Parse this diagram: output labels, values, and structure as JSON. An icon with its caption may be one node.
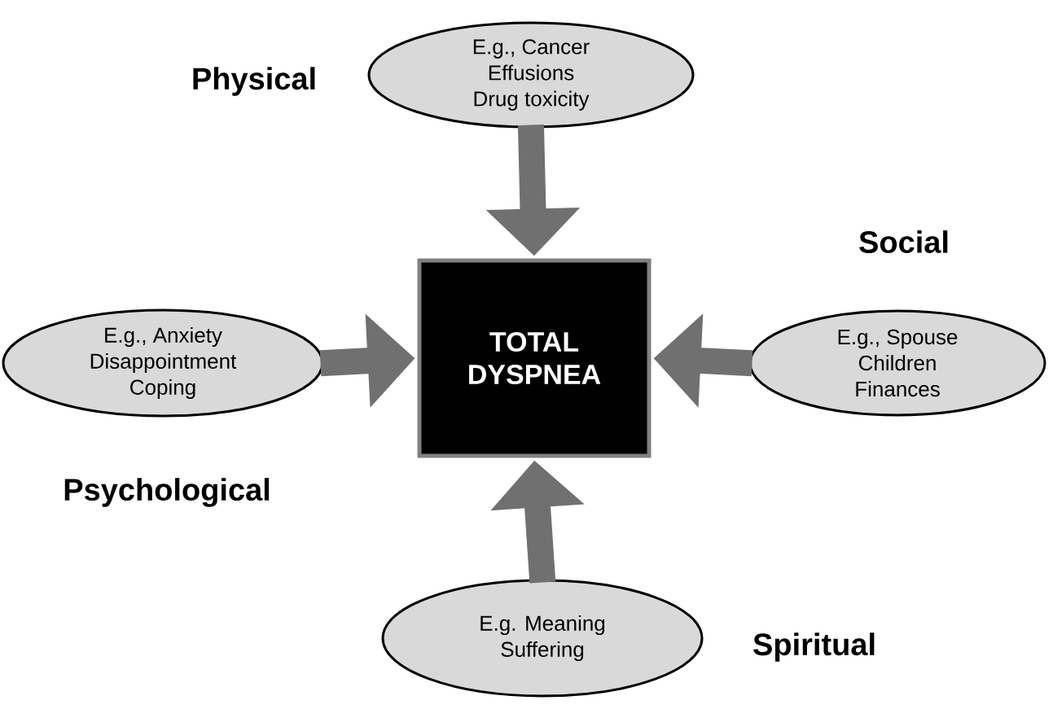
{
  "diagram": {
    "nodes": [
      {
        "text": [
          "E.g., Cancer",
          "Effusions",
          "Drug toxicity"
        ],
        "beside": [
          "Physical"
        ]
      },
      {
        "text": [
          "E.g., Anxiety",
          "Disappointment",
          "Coping"
        ],
        "beside": [
          "Psychological"
        ]
      },
      {
        "text": [
          "TOTAL DYSPNEA"
        ]
      },
      {
        "text": [
          "E.g., Spouse",
          "Children",
          "Finances"
        ],
        "beside": [
          "Social"
        ]
      },
      {
        "text": [
          "E.g. Meaning",
          "Suffering"
        ],
        "beside": [
          "Spiritual"
        ]
      }
    ],
    "edges": [
      {
        "from": 0,
        "to": 2,
        "arrow": "to"
      },
      {
        "from": 1,
        "to": 2,
        "arrow": "to"
      },
      {
        "from": 3,
        "to": 2,
        "arrow": "to"
      },
      {
        "from": 4,
        "to": 2,
        "arrow": "to"
      }
    ]
  }
}
